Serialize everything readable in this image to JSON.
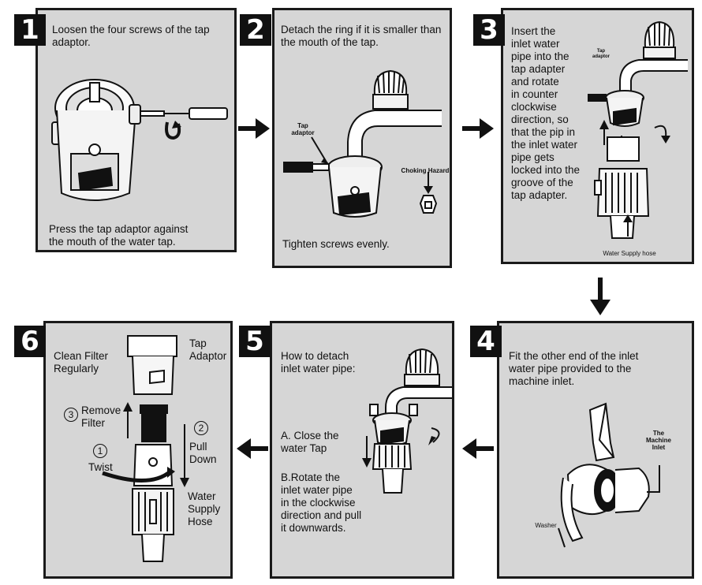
{
  "steps": [
    {
      "number": "1",
      "text": "Loosen the four screws of the tap\nadaptor.",
      "text2": "Press the tap adaptor against\nthe mouth of the water tap."
    },
    {
      "number": "2",
      "text": "Detach the ring if it is smaller than\nthe mouth of the tap.",
      "text2": "Tighten screws evenly.",
      "label_tap": "Tap\nadaptor",
      "label_hazard": "Choking Hazard"
    },
    {
      "number": "3",
      "text": "Insert the\ninlet water\npipe into the\ntap adapter\nand rotate\nin counter\nclockwise\ndirection, so\nthat the pip in\nthe inlet water\npipe gets\nlocked into the\ngroove of the\ntap adapter.",
      "label_tap": "Tap\nadaptor",
      "label_hose": "Water Supply hose"
    },
    {
      "number": "4",
      "text": "Fit the other end of the inlet\nwater pipe provided to the\nmachine inlet.",
      "label_inlet": "The\nMachine\nInlet",
      "label_washer": "Washer"
    },
    {
      "number": "5",
      "text": "How to detach\ninlet water pipe:",
      "step_a": "A. Close the\n    water Tap",
      "step_b": "B.Rotate the\n   inlet water pipe\n   in the clockwise\n   direction and pull\n   it downwards."
    },
    {
      "number": "6",
      "text": "Clean Filter\nRegularly",
      "label_tap": "Tap\nAdaptor",
      "label_remove": "Remove\nFilter",
      "label_remove_num": "3",
      "label_pull": "Pull\nDown",
      "label_pull_num": "2",
      "label_twist": "Twist",
      "label_twist_num": "1",
      "label_hose": "Water\nSupply\nHose"
    }
  ],
  "colors": {
    "panel_bg": "#d6d6d6",
    "badge_bg": "#111111",
    "arrow": "#111111"
  }
}
